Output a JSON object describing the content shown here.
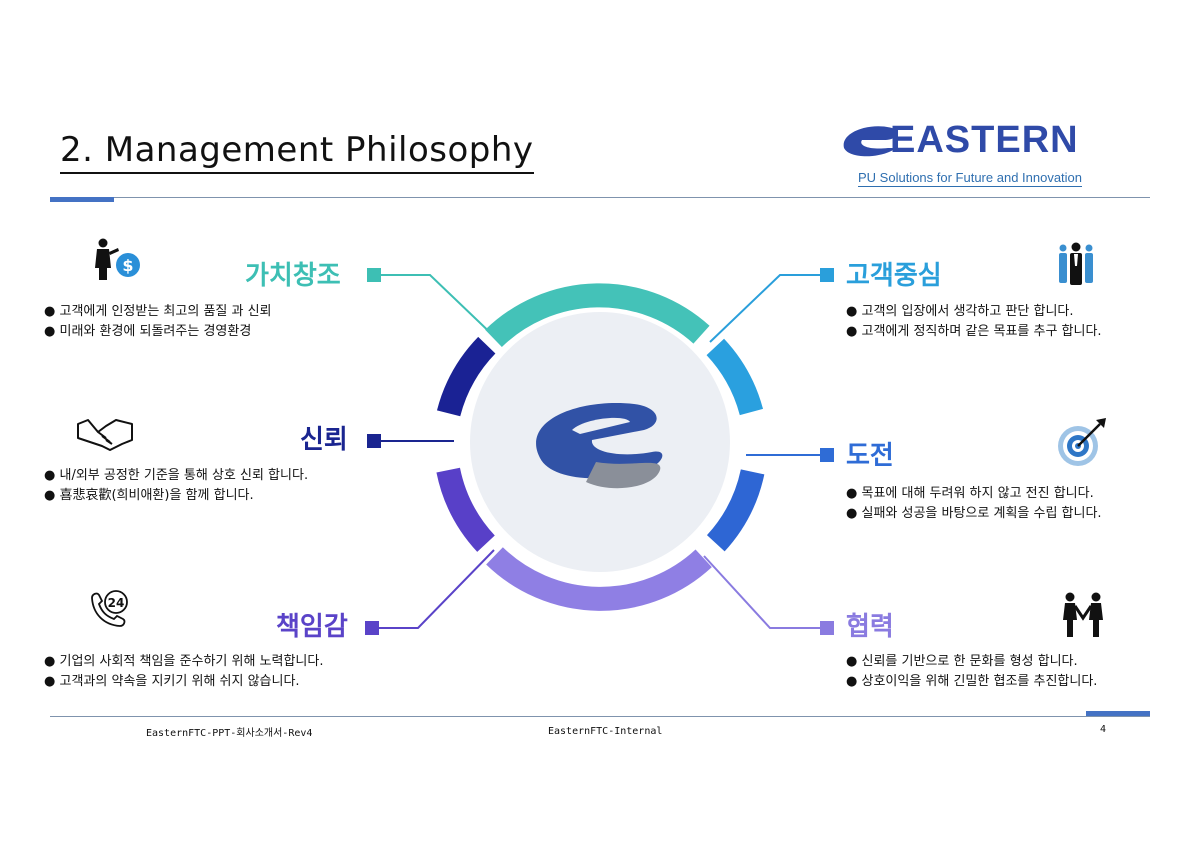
{
  "page": {
    "title": "2. Management Philosophy",
    "page_number": "4"
  },
  "brand": {
    "name": "EASTERN",
    "tagline": "PU Solutions for Future and Innovation"
  },
  "footer": {
    "left": "EasternFTC-PPT-회사소개서-Rev4",
    "center": "EasternFTC-Internal"
  },
  "pillars": {
    "value": {
      "heading": "가치창조",
      "color": "#3dbfb4",
      "icon": "businessman-dollar-icon",
      "lines": [
        "고객에게 인정받는 최고의 품질 과 신뢰",
        "미래와 환경에 되돌려주는 경영환경"
      ]
    },
    "customer": {
      "heading": "고객중심",
      "color": "#2a9fdb",
      "icon": "team-people-icon",
      "lines": [
        "고객의 입장에서 생각하고 판단 합니다.",
        "고객에게 정직하며 같은 목표를 추구 합니다."
      ]
    },
    "trust": {
      "heading": "신뢰",
      "color": "#1a2590",
      "icon": "handshake-icon",
      "lines": [
        "내/외부 공정한 기준을 통해 상호 신뢰 합니다.",
        "喜悲哀歡(희비애환)을 함께 합니다."
      ]
    },
    "challenge": {
      "heading": "도전",
      "color": "#2f6cd6",
      "icon": "target-dart-icon",
      "lines": [
        "목표에 대해 두려워 하지 않고 전진 합니다.",
        "실패와 성공을 바탕으로 계획을 수립 합니다."
      ]
    },
    "responsibility": {
      "heading": "책임감",
      "color": "#5a43c8",
      "icon": "phone-24-icon",
      "lines": [
        "기업의 사회적 책임을 준수하기 위해 노력합니다.",
        "고객과의 약속을 지키기 위해 쉬지 않습니다."
      ]
    },
    "cooperation": {
      "heading": "협력",
      "color": "#8a7be0",
      "icon": "two-people-holding-hands-icon",
      "lines": [
        "신뢰를 기반으로 한 문화를 형성 합니다.",
        "상호이익을 위해 긴밀한 협조를 추진합니다."
      ]
    }
  }
}
